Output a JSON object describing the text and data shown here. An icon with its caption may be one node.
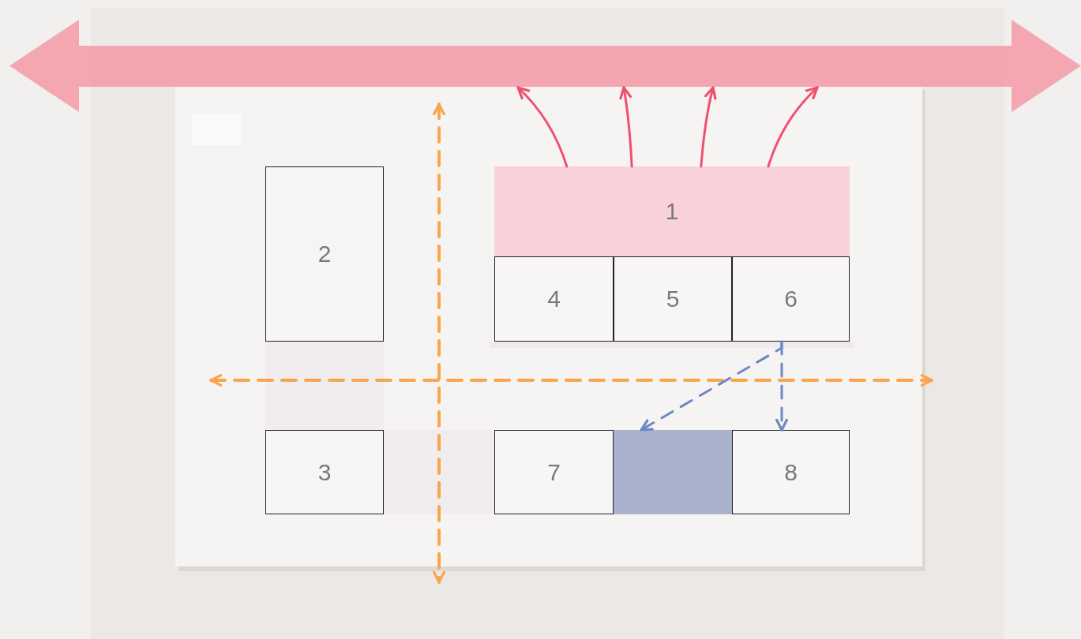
{
  "diagram": {
    "nodes": [
      {
        "text": [],
        "shape": "bar"
      },
      {
        "text": [
          "2"
        ]
      },
      {
        "text": [
          "1"
        ]
      },
      {
        "text": [
          "4"
        ]
      },
      {
        "text": [
          "5"
        ]
      },
      {
        "text": [
          "6"
        ]
      },
      {
        "text": [
          "3"
        ]
      },
      {
        "text": [
          "7"
        ]
      },
      {
        "text": [],
        "shape": "box"
      },
      {
        "text": [
          "8"
        ]
      }
    ],
    "edges": [
      {
        "from": 2,
        "to": 0,
        "arrow": "to"
      },
      {
        "from": 2,
        "to": 0,
        "arrow": "to"
      },
      {
        "from": 2,
        "to": 0,
        "arrow": "to"
      },
      {
        "from": 2,
        "to": 0,
        "arrow": "to"
      },
      {
        "from": 5,
        "to": 8,
        "arrow": "to",
        "style": "dashed",
        "color": "#6b87c4"
      },
      {
        "from": 5,
        "to": 9,
        "arrow": "to",
        "style": "dashed",
        "color": "#6b87c4"
      }
    ]
  }
}
